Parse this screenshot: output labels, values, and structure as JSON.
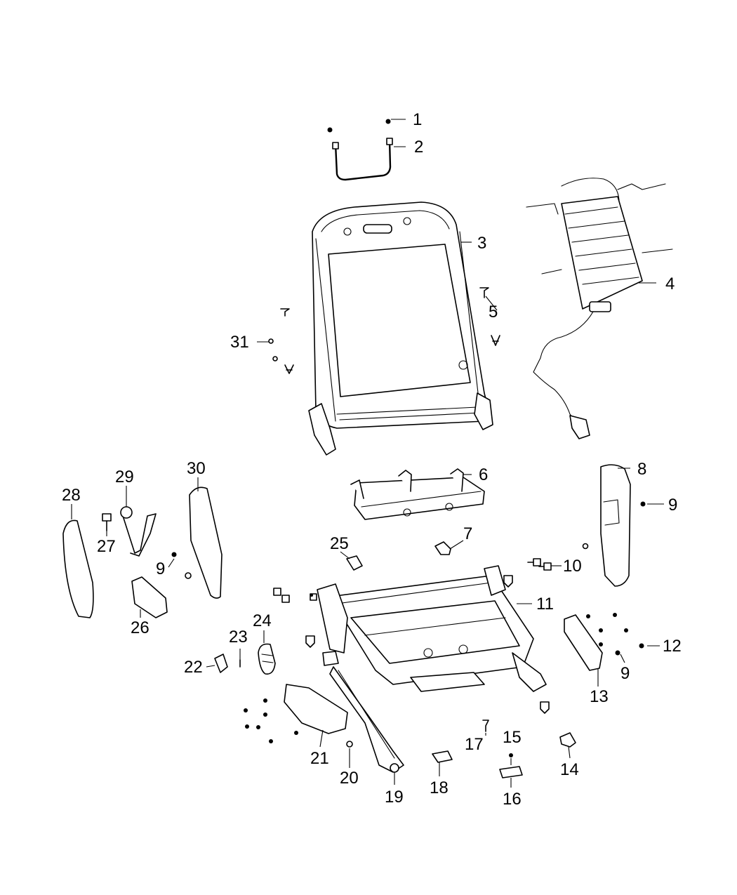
{
  "callouts": {
    "c1": "1",
    "c2": "2",
    "c3": "3",
    "c4": "4",
    "c5": "5",
    "c6": "6",
    "c7": "7",
    "c8": "8",
    "c9a": "9",
    "c9b": "9",
    "c9c": "9",
    "c10": "10",
    "c11": "11",
    "c12": "12",
    "c13": "13",
    "c14": "14",
    "c15": "15",
    "c16": "16",
    "c17": "17",
    "c18": "18",
    "c19": "19",
    "c20": "20",
    "c21": "21",
    "c22": "22",
    "c23": "23",
    "c24": "24",
    "c25": "25",
    "c26": "26",
    "c27": "27",
    "c28": "28",
    "c29": "29",
    "c30": "30",
    "c31": "31"
  }
}
